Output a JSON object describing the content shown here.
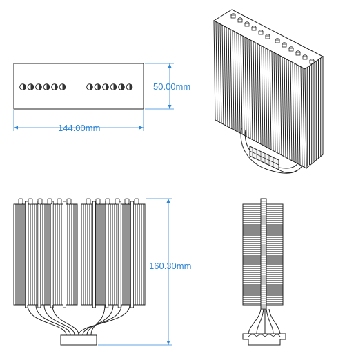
{
  "views": {
    "top": {
      "width_label": "144.00mm",
      "height_label": "50.00mm",
      "pipe_holes_per_group": 6
    },
    "front": {
      "height_label": "160.30mm"
    },
    "side": {},
    "isometric": {}
  },
  "colors": {
    "dimension": "#2f86d6",
    "line": "#222222",
    "fin": "#111111",
    "background": "#ffffff"
  }
}
